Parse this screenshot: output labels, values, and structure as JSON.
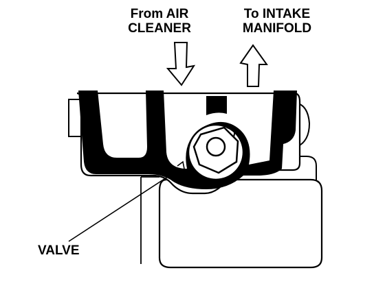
{
  "labels": {
    "air_line1": "From AIR",
    "air_line2": "CLEANER",
    "intake_line1": "To INTAKE",
    "intake_line2": "MANIFOLD",
    "valve": "VALVE"
  },
  "colors": {
    "ink": "#000000",
    "paper": "#ffffff"
  }
}
